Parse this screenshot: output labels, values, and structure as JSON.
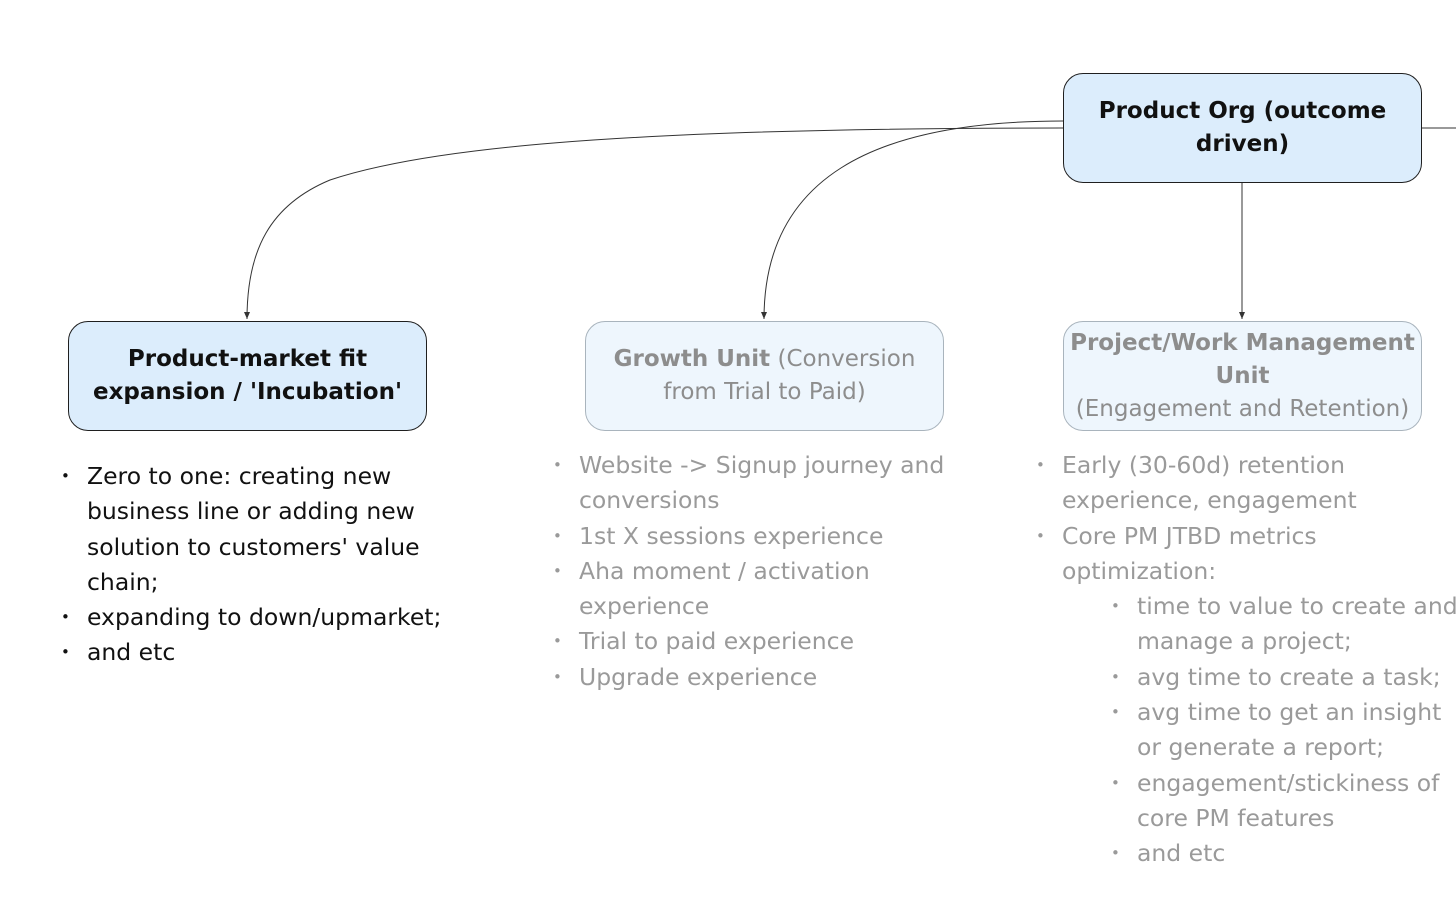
{
  "root": {
    "label": "Product Org (outcome driven)"
  },
  "units": [
    {
      "title": "Product-market fit expansion / 'Incubation'",
      "subtitle": "",
      "bullets": [
        "Zero to one: creating new business line or adding new solution to customers' value chain;",
        "expanding to down/upmarket;",
        "and etc"
      ]
    },
    {
      "title": "Growth Unit",
      "subtitle": "(Conversion from Trial to Paid)",
      "bullets": [
        "Website -> Signup journey and conversions",
        "1st X sessions experience",
        "Aha moment / activation experience",
        "Trial to paid experience",
        "Upgrade experience"
      ]
    },
    {
      "title": "Project/Work Management Unit",
      "subtitle": "(Engagement and Retention)",
      "bullets": [
        "Early (30-60d) retention experience, engagement",
        "Core PM JTBD metrics optimization:"
      ],
      "sub_bullets": [
        "time to value to create and manage a project;",
        "avg time to create a task;",
        "avg time to get an insight or generate a report;",
        "engagement/stickiness of core PM features",
        "and etc"
      ]
    }
  ]
}
